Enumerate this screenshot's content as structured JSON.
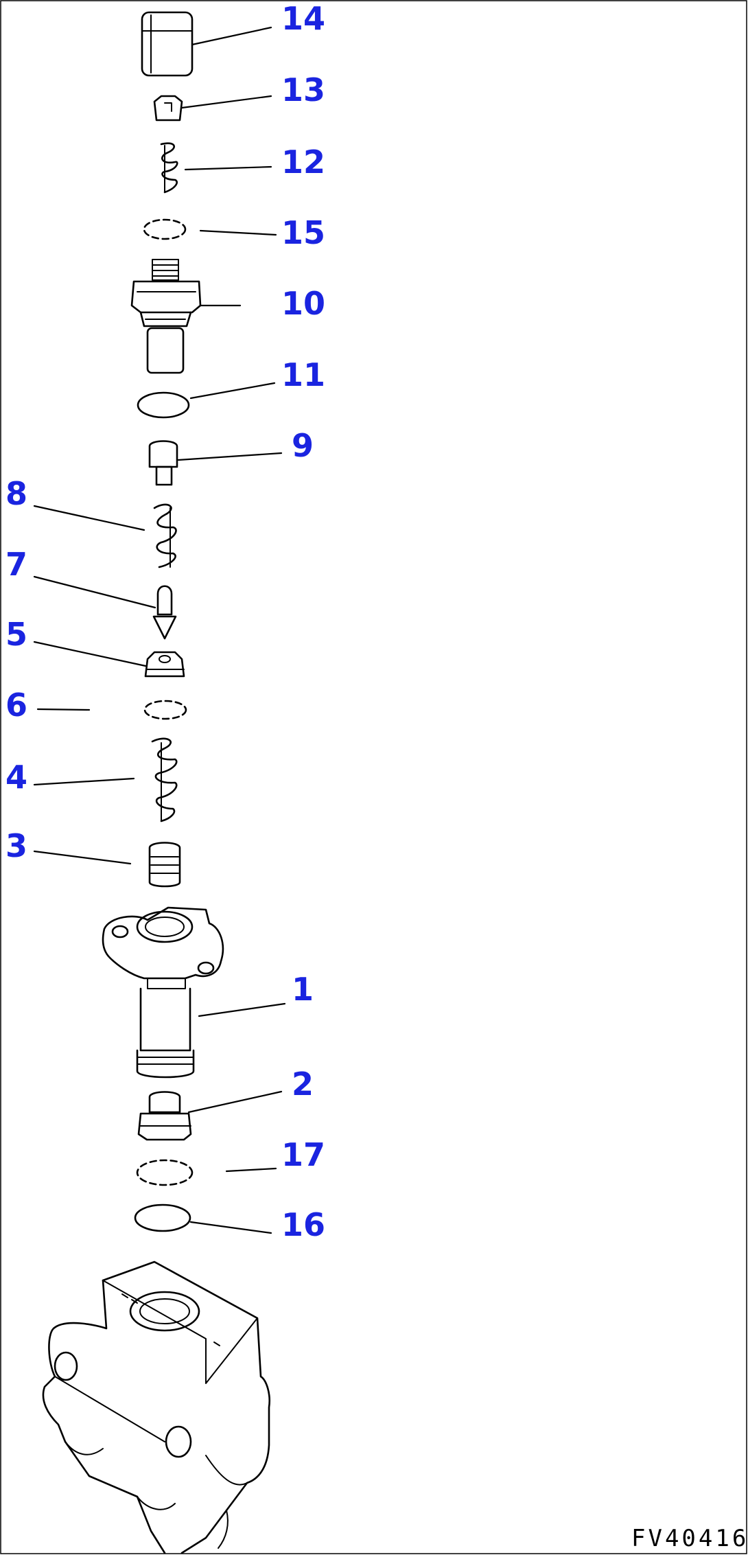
{
  "figure_id": "FV40416",
  "callouts": {
    "p14": "14",
    "p13": "13",
    "p12": "12",
    "p15": "15",
    "p10": "10",
    "p11": "11",
    "p9": "9",
    "p8": "8",
    "p7": "7",
    "p5": "5",
    "p6": "6",
    "p4": "4",
    "p3": "3",
    "p1": "1",
    "p2": "2",
    "p17": "17",
    "p16": "16"
  },
  "colors": {
    "callout_text": "#1a24e0",
    "line_art": "#000000",
    "background": "#ffffff"
  }
}
